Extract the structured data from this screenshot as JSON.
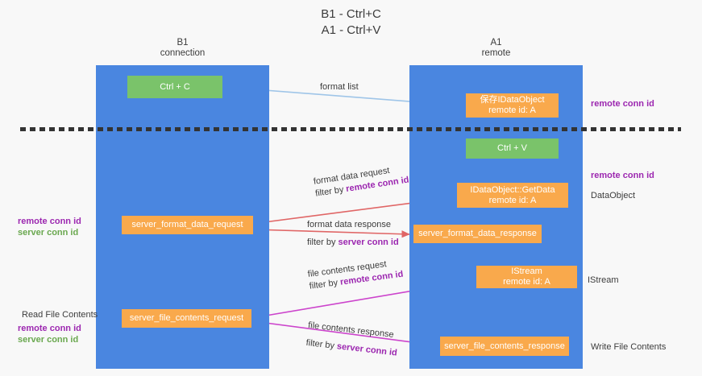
{
  "title": {
    "line1": "B1 - Ctrl+C",
    "line2": "A1 - Ctrl+V"
  },
  "lanes": [
    {
      "name": "B1",
      "sub": "connection",
      "color": "#4a86e0"
    },
    {
      "name": "A1",
      "sub": "remote",
      "color": "#4a86e0"
    }
  ],
  "boxes": {
    "ctrl_c": {
      "label": "Ctrl + C",
      "color": "#7ac36a"
    },
    "dataobject_save": {
      "line1": "保存IDataObject",
      "line2": "remote id: A",
      "color": "#f9a94c"
    },
    "ctrl_v": {
      "label": "Ctrl + V",
      "color": "#7ac36a"
    },
    "getdata": {
      "line1": "IDataObject::GetData",
      "line2": "remote id: A",
      "color": "#f9a94c"
    },
    "server_format_data_request": {
      "label": "server_format_data_request",
      "color": "#f9a94c"
    },
    "server_format_data_response": {
      "label": "server_format_data_response",
      "color": "#f9a94c"
    },
    "istream": {
      "line1": "IStream",
      "line2": "remote id: A",
      "color": "#f9a94c"
    },
    "server_file_contents_request": {
      "label": "server_file_contents_request",
      "color": "#f9a94c"
    },
    "server_file_contents_response": {
      "label": "server_file_contents_response",
      "color": "#f9a94c"
    }
  },
  "edges": {
    "format_list": {
      "label": "format list",
      "color": "#9fc5e8"
    },
    "format_data_request": {
      "line1": "format data request",
      "filter_prefix": "filter by ",
      "filter_key": "remote conn id",
      "color": "#e06666"
    },
    "format_data_response": {
      "line1": "format data response",
      "filter_prefix": "filter by ",
      "filter_key": "server conn id",
      "color": "#e06666"
    },
    "file_contents_request": {
      "line1": "file contents request",
      "filter_prefix": "filter by ",
      "filter_key": "remote conn id",
      "color": "#cc44cc"
    },
    "file_contents_response": {
      "line1": "file contents response",
      "filter_prefix": "filter by ",
      "filter_key": "server conn id",
      "color": "#cc44cc"
    }
  },
  "annotations": {
    "remote_conn_id_top": "remote conn id",
    "remote_conn_id_mid": "remote conn id",
    "dataobject": "DataObject",
    "istream": "IStream",
    "write_file_contents": "Write File Contents",
    "read_file_contents": "Read File Contents",
    "left_remote_conn_id_1": "remote conn id",
    "left_server_conn_id_1": "server conn id",
    "left_remote_conn_id_2": "remote conn id",
    "left_server_conn_id_2": "server conn id"
  },
  "colors": {
    "lane": "#4a86e0",
    "orange": "#f9a94c",
    "green": "#7ac36a",
    "purple": "#9c27b0",
    "green_text": "#6aa84f",
    "red_arrow": "#e06666",
    "magenta_arrow": "#cc44cc",
    "blue_arrow": "#9fc5e8",
    "background": "#f8f8f8",
    "divider": "#333333"
  }
}
